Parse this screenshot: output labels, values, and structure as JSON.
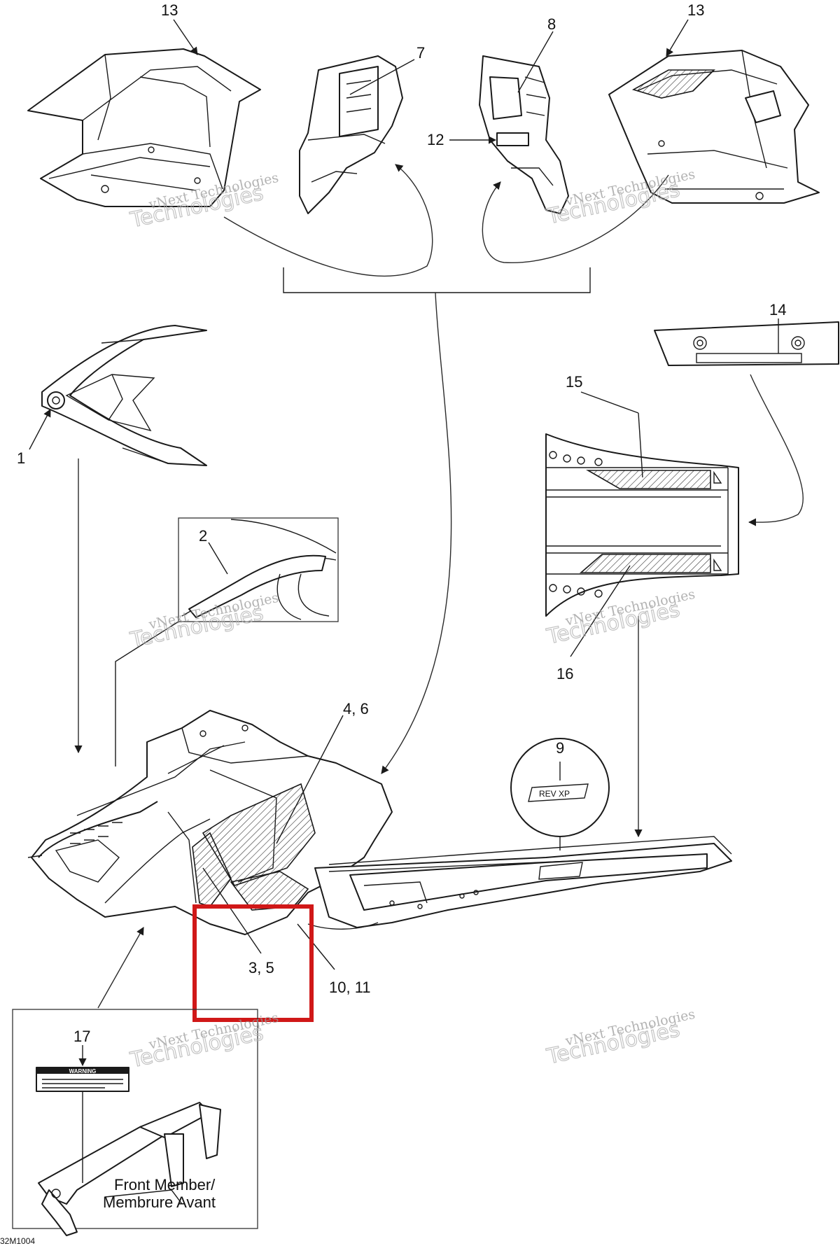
{
  "diagram": {
    "figure_code": "32M1004",
    "callouts": {
      "c1": "1",
      "c2": "2",
      "c3_5": "3, 5",
      "c4_6": "4, 6",
      "c7": "7",
      "c8": "8",
      "c9": "9",
      "c10_11": "10, 11",
      "c12": "12",
      "c13_left": "13",
      "c13_right": "13",
      "c14": "14",
      "c15": "15",
      "c16": "16",
      "c17": "17"
    },
    "front_member_caption": {
      "line1": "Front Member/",
      "line2": "Membrure Avant"
    },
    "decal_9_text": "REV XP",
    "decal_17_text": "WARNING",
    "watermark": {
      "line1": "vNext Technologies",
      "line2": "Technologies"
    },
    "colors": {
      "highlight_box": "#d01818",
      "line_art": "#1a1a1a"
    }
  }
}
